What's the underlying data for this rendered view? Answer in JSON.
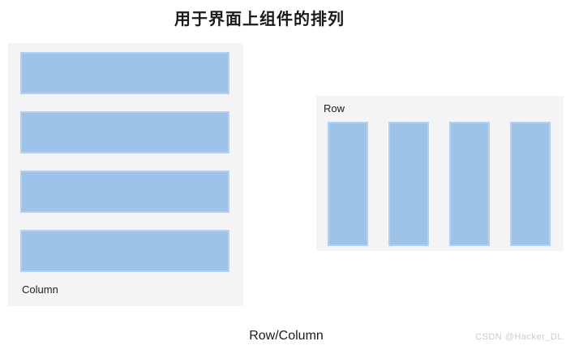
{
  "page": {
    "title": "用于界面上组件的排列",
    "caption": "Row/Column",
    "watermark": "CSDN @Hacker_DL"
  },
  "column_demo": {
    "label": "Column",
    "bar_count": 4,
    "bar_orientation": "horizontal"
  },
  "row_demo": {
    "label": "Row",
    "bar_count": 4,
    "bar_orientation": "vertical"
  },
  "colors": {
    "page_bg": "#ffffff",
    "panel_bg": "#f4f4f6",
    "bar_fill": "#9dc3e8",
    "bar_border": "#b3cfeb",
    "text_color": "#1a1a1a",
    "watermark_color": "#cccccc"
  }
}
